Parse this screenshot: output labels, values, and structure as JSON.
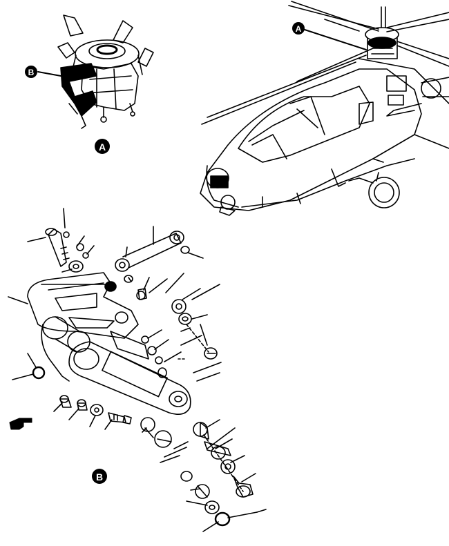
{
  "figure": {
    "callouts": {
      "a_top": "A",
      "b_top": "B",
      "a_view": "A",
      "b_view": "B"
    },
    "colors": {
      "ink": "#000000",
      "paper": "#ffffff"
    },
    "icons": [
      "pointing-hand-icon"
    ]
  }
}
